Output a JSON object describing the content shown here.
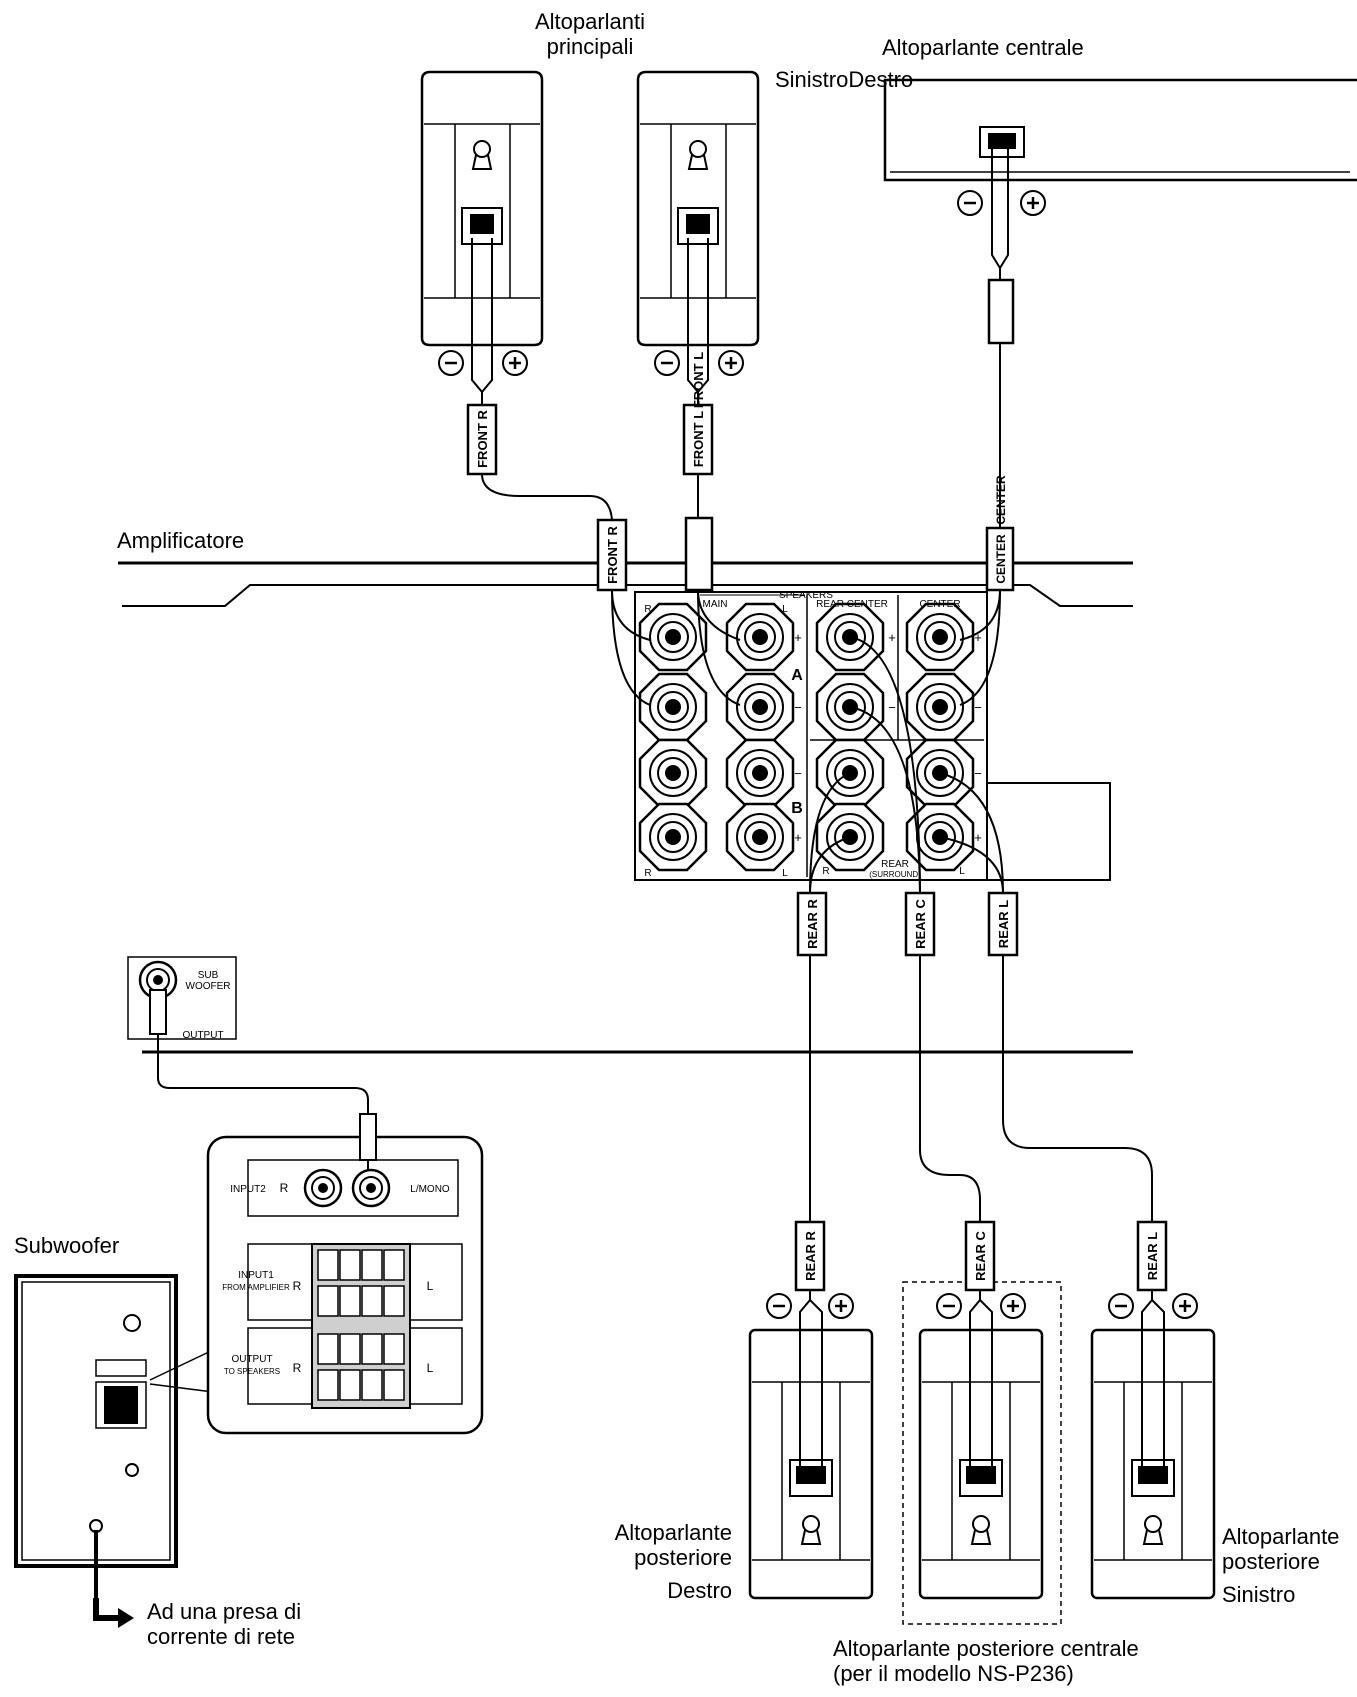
{
  "labels": {
    "main_speakers_l1": "Altoparlanti",
    "main_speakers_l2": "principali",
    "left_right": "SinistroDestro",
    "center_speaker": "Altoparlante centrale",
    "amplifier": "Amplificatore",
    "subwoofer": "Subwoofer",
    "outlet_l1": "Ad una presa di",
    "outlet_l2": "corrente di rete",
    "rear_right_l1": "Altoparlante",
    "rear_right_l2": "posteriore",
    "rear_right_l3": "Destro",
    "rear_left_l1": "Altoparlante",
    "rear_left_l2": "posteriore",
    "rear_left_l3": "Sinistro",
    "rear_center_l1": "Altoparlante posteriore centrale",
    "rear_center_l2": "(per il modello NS-P236)"
  },
  "cable_tags": {
    "front_r": "FRONT R",
    "front_l": "FRONT L",
    "center": "CENTER",
    "rear_r": "REAR R",
    "rear_c": "REAR C",
    "rear_l": "REAR L"
  },
  "panel_text": {
    "speakers": "SPEAKERS",
    "main": "MAIN",
    "rear_center": "REAR CENTER",
    "center": "CENTER",
    "rear_l1": "REAR",
    "rear_l2": "(SURROUND)",
    "row_a": "A",
    "row_b": "B",
    "sub_l1": "SUB",
    "sub_l2": "WOOFER",
    "output": "OUTPUT",
    "input2": "INPUT2",
    "mono": "L/MONO",
    "input1_l1": "INPUT1",
    "input1_l2": "FROM AMPLIFIER",
    "output_l1": "OUTPUT",
    "output_l2": "TO SPEAKERS",
    "r": "R",
    "l": "L",
    "plus": "+",
    "minus": "−"
  }
}
